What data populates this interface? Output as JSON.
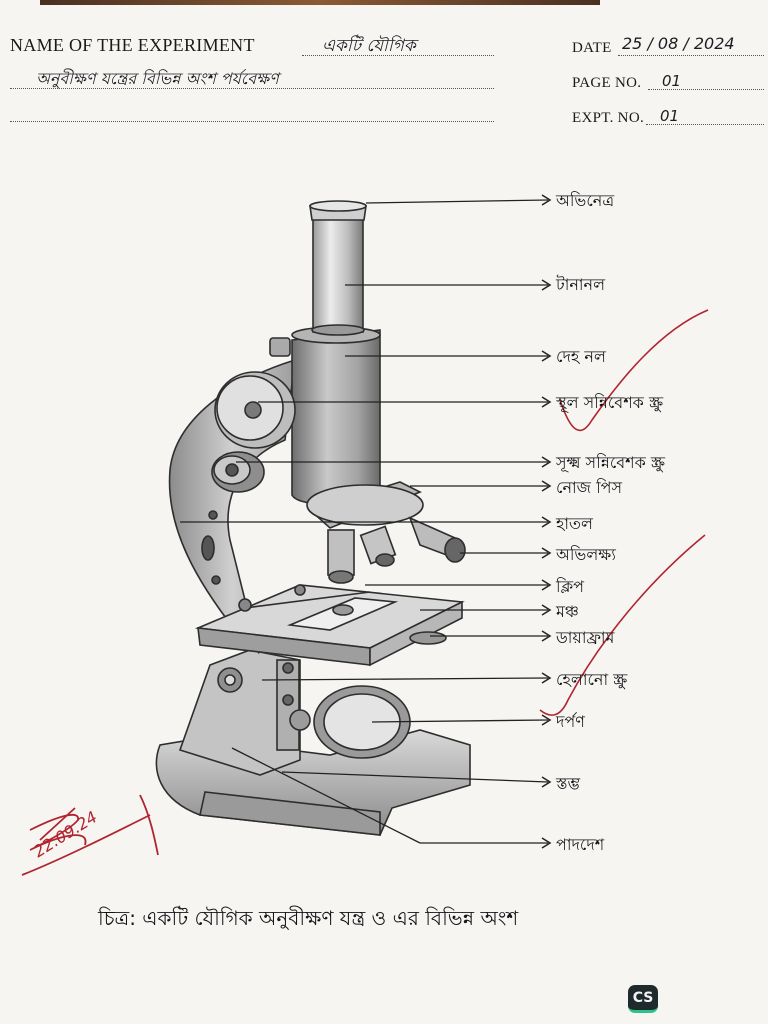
{
  "header": {
    "experiment_label": "NAME OF THE EXPERIMENT",
    "experiment_title_line1": "একটি যৌগিক",
    "experiment_title_line2": "অনুবীক্ষণ যন্ত্রের বিভিন্ন অংশ পর্যবেক্ষণ",
    "date_label": "DATE",
    "date_value": "25 / 08 / 2024",
    "page_no_label": "PAGE NO.",
    "page_no_value": "01",
    "expt_no_label": "EXPT. NO.",
    "expt_no_value": "01"
  },
  "parts": [
    "অভিনেত্র",
    "টানানল",
    "দেহ নল",
    "স্থূল সন্নিবেশক স্ক্রু",
    "সূক্ষ্ম সন্নিবেশক স্ক্রু",
    "নোজ পিস",
    "হাতল",
    "অভিলক্ষ্য",
    "ক্লিপ",
    "মঞ্চ",
    "ডায়াফ্রাম",
    "হেলানো স্ক্রু",
    "দর্পণ",
    "স্তম্ভ",
    "পাদদেশ"
  ],
  "caption": "চিত্র: একটি যৌগিক অনুবীক্ষণ যন্ত্র ও এর বিভিন্ন অংশ",
  "signature_date": "22.09.24",
  "scanner_badge": "CS",
  "colors": {
    "ink": "#1c1c22",
    "pencil": "#3a3a3a",
    "tick": "#b0252f",
    "paper": "#f6f5f2"
  }
}
